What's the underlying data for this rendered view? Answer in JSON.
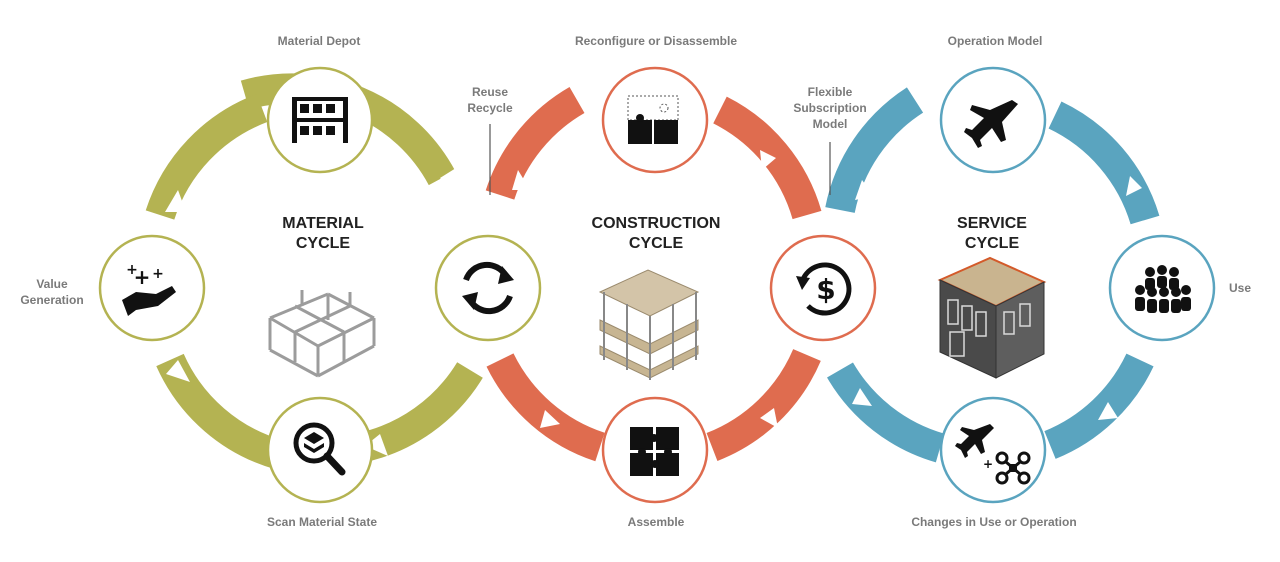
{
  "colors": {
    "material": "#b4b352",
    "construction": "#df6c4f",
    "service": "#5aa4bf",
    "label_text": "#7a7a7a",
    "title_text": "#222222"
  },
  "cycles": [
    {
      "title_line1": "MATERIAL",
      "title_line2": "CYCLE"
    },
    {
      "title_line1": "CONSTRUCTION",
      "title_line2": "CYCLE"
    },
    {
      "title_line1": "SERVICE",
      "title_line2": "CYCLE"
    }
  ],
  "labels": {
    "material_depot": "Material Depot",
    "reconfigure": "Reconfigure or Disassemble",
    "operation_model": "Operation Model",
    "reuse_line1": "Reuse",
    "reuse_line2": "Recycle",
    "flexible_line1": "Flexible",
    "flexible_line2": "Subscription",
    "flexible_line3": "Model",
    "value_line1": "Value",
    "value_line2": "Generation",
    "use": "Use",
    "scan": "Scan Material State",
    "assemble": "Assemble",
    "changes": "Changes in Use or Operation"
  },
  "icons": {
    "material_depot": "shelf-icon",
    "value_generation": "hand-sparkle-icon",
    "scan": "search-layers-icon",
    "reuse": "refresh-icon",
    "reconfigure": "puzzle-disassemble-icon",
    "assemble": "puzzle-icon",
    "flexible": "dollar-cycle-icon",
    "operation_model": "airplane-icon",
    "use": "people-group-icon",
    "changes": "airplane-drone-icon"
  }
}
